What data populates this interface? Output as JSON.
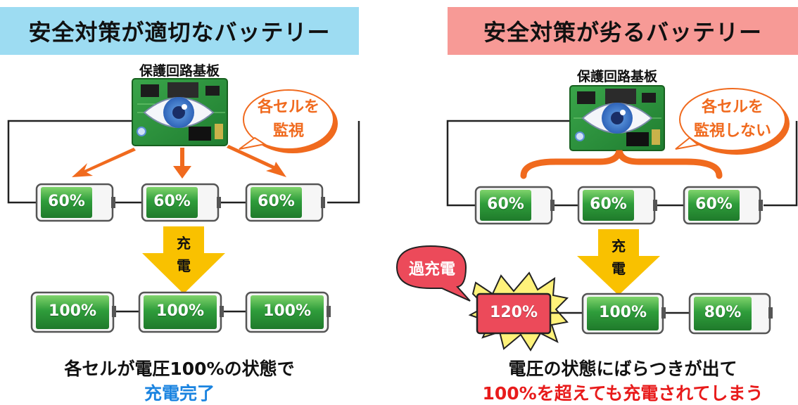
{
  "left": {
    "title": "安全対策が適切なバッテリー",
    "pcb_label": "保護回路基板",
    "bubble_line1": "各セルを",
    "bubble_line2": "監視",
    "top_cells": [
      "60%",
      "60%",
      "60%"
    ],
    "charge_char1": "充",
    "charge_char2": "電",
    "bottom_cells": [
      "100%",
      "100%",
      "100%"
    ],
    "caption_line1": "各セルが電圧100%の状態で",
    "caption_line2": "充電完了"
  },
  "right": {
    "title": "安全対策が劣るバッテリー",
    "pcb_label": "保護回路基板",
    "bubble_line1": "各セルを",
    "bubble_line2": "監視しない",
    "top_cells": [
      "60%",
      "60%",
      "60%"
    ],
    "charge_char1": "充",
    "charge_char2": "電",
    "overcharge_label": "過充電",
    "bottom_cells": [
      "120%",
      "100%",
      "80%"
    ],
    "caption_line1": "電圧の状態にばらつきが出て",
    "caption_line2": "100%を超えても充電されてしまう"
  },
  "colors": {
    "left_title_bg": "#9ddcf2",
    "right_title_bg": "#f79a96",
    "cell_green": "#2e9a3a",
    "arrow_orange": "#f06a1e",
    "charge_arrow": "#f9c100",
    "caption_blue": "#1b84e0",
    "caption_red": "#e81b1b",
    "overcharge_red": "#ec4a5a"
  }
}
